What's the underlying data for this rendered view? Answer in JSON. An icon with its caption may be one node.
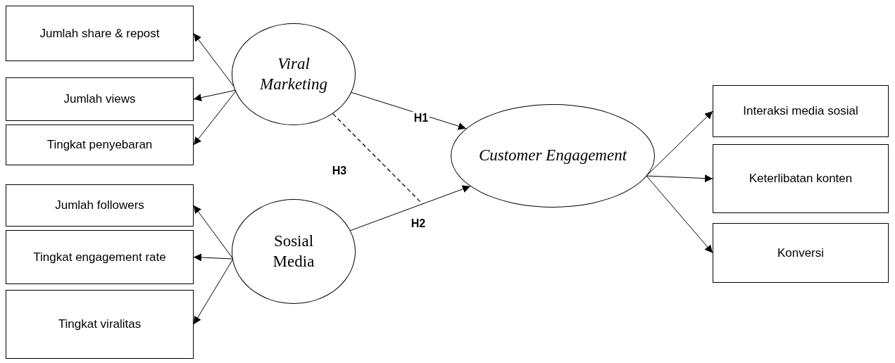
{
  "diagram": {
    "nodes": [
      {
        "text": [
          "Jumlah share & repost"
        ]
      },
      {
        "text": [
          "Jumlah views"
        ]
      },
      {
        "text": [
          "Tingkat penyebaran"
        ]
      },
      {
        "text": [
          "Viral Marketing"
        ]
      },
      {
        "text": [
          "Jumlah followers"
        ]
      },
      {
        "text": [
          "Tingkat engagement rate"
        ]
      },
      {
        "text": [
          "Tingkat viralitas"
        ]
      },
      {
        "text": [
          "Sosial Media"
        ]
      },
      {
        "text": [
          "Customer Engagement"
        ]
      },
      {
        "text": [
          "Interaksi media sosial"
        ]
      },
      {
        "text": [
          "Keterlibatan konten"
        ]
      },
      {
        "text": [
          "Konversi"
        ]
      }
    ],
    "edges": [
      {
        "from": 3,
        "to": 0,
        "arrow": "to"
      },
      {
        "from": 3,
        "to": 1,
        "arrow": "to"
      },
      {
        "from": 3,
        "to": 2,
        "arrow": "to"
      },
      {
        "from": 7,
        "to": 4,
        "arrow": "to"
      },
      {
        "from": 7,
        "to": 5,
        "arrow": "to"
      },
      {
        "from": 7,
        "to": 6,
        "arrow": "to"
      },
      {
        "from": 3,
        "to": 8,
        "arrow": "to",
        "label": "H1"
      },
      {
        "from": 7,
        "to": 8,
        "arrow": "to",
        "label": "H2"
      },
      {
        "from": 3,
        "to": null,
        "arrow": "none",
        "label": "H3",
        "style": "dashed"
      },
      {
        "from": 8,
        "to": 9,
        "arrow": "to"
      },
      {
        "from": 8,
        "to": 10,
        "arrow": "to"
      },
      {
        "from": 8,
        "to": 11,
        "arrow": "to"
      }
    ]
  }
}
